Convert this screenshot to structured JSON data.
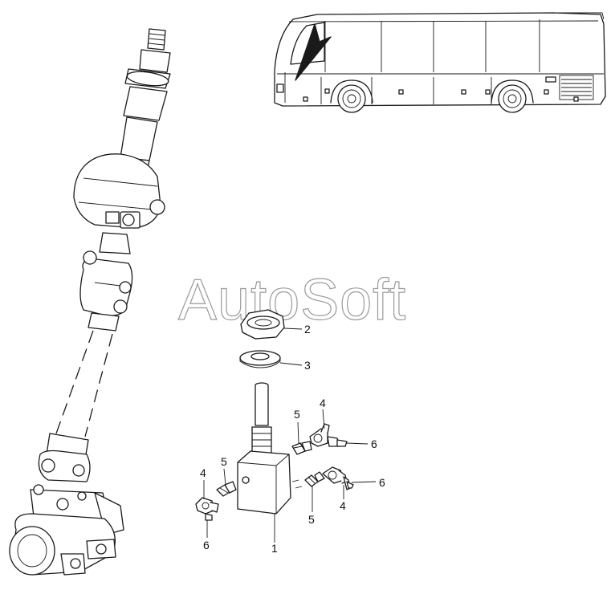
{
  "watermark": {
    "text": "AutoSoft"
  },
  "callouts": [
    {
      "id": "c1",
      "label": "1"
    },
    {
      "id": "c2",
      "label": "2"
    },
    {
      "id": "c3",
      "label": "3"
    },
    {
      "id": "c4a",
      "label": "4"
    },
    {
      "id": "c4b",
      "label": "4"
    },
    {
      "id": "c4c",
      "label": "4"
    },
    {
      "id": "c5a",
      "label": "5"
    },
    {
      "id": "c5b",
      "label": "5"
    },
    {
      "id": "c5c",
      "label": "5"
    },
    {
      "id": "c6a",
      "label": "6"
    },
    {
      "id": "c6b",
      "label": "6"
    },
    {
      "id": "c6c",
      "label": "6"
    }
  ],
  "colors": {
    "line": "#1a1a1a",
    "watermark": "#9a9a9a",
    "background": "#ffffff"
  }
}
